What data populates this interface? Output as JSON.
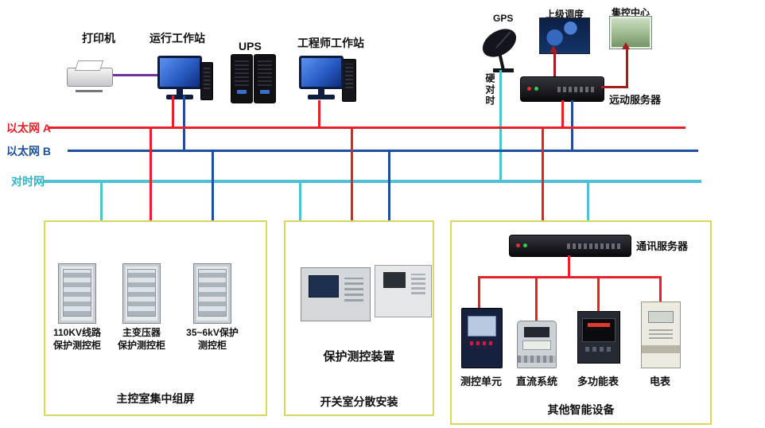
{
  "diagram": {
    "top": {
      "printer": "打印机",
      "op_ws": "运行工作站",
      "ups": "UPS",
      "eng_ws": "工程师工作站",
      "gps": "GPS",
      "dispatch": "上级调度",
      "control_center": "集控中心",
      "rtu_server": "远动服务器",
      "hard_sync": "硬对时"
    },
    "buses": {
      "a": "以太网 A",
      "b": "以太网 B",
      "t": "对时网"
    },
    "box1": {
      "title": "主控室集中组屏",
      "cab1_l1": "110KV线路",
      "cab1_l2": "保护测控柜",
      "cab2_l1": "主变压器",
      "cab2_l2": "保护测控柜",
      "cab3_l1": "35~6kV保护",
      "cab3_l2": "测控柜"
    },
    "box2": {
      "title": "开关室分散安装",
      "device": "保护测控装置"
    },
    "box3": {
      "title": "其他智能设备",
      "comm_server": "通讯服务器",
      "d1": "测控单元",
      "d2": "直流系统",
      "d3": "多功能表",
      "d4": "电表"
    }
  },
  "colors": {
    "bus_a": "#e62129",
    "bus_b": "#1d4f9e",
    "bus_t": "#4fc3d4",
    "link_purple": "#7030a0",
    "arrow_red": "#a01d20",
    "box_border": "#d9d95e",
    "label_a": "#e62129",
    "label_b": "#1d4f9e",
    "label_t": "#2fb4c8"
  }
}
